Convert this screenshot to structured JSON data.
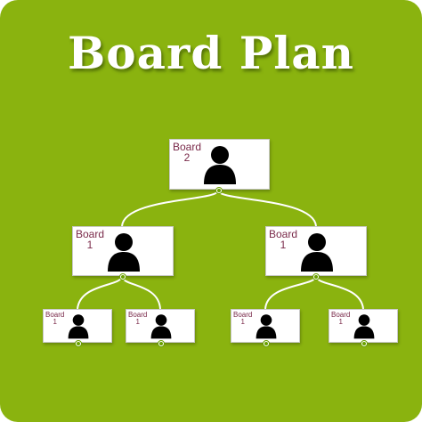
{
  "title": "Board Plan",
  "colors": {
    "background": "#8ab30f",
    "card": "#ffffff",
    "label": "#7a2a4a",
    "connector": "#ffffff",
    "avatar": "#000000"
  },
  "tree": {
    "root": {
      "word": "Board",
      "num": "2",
      "icon": "person-icon"
    },
    "level2": [
      {
        "word": "Board",
        "num": "1",
        "icon": "person-icon"
      },
      {
        "word": "Board",
        "num": "1",
        "icon": "person-icon"
      }
    ],
    "level3": [
      {
        "word": "Board",
        "num": "1",
        "icon": "person-icon"
      },
      {
        "word": "Board",
        "num": "1",
        "icon": "person-icon"
      },
      {
        "word": "Board",
        "num": "1",
        "icon": "person-icon"
      },
      {
        "word": "Board",
        "num": "1",
        "icon": "person-icon"
      }
    ]
  }
}
